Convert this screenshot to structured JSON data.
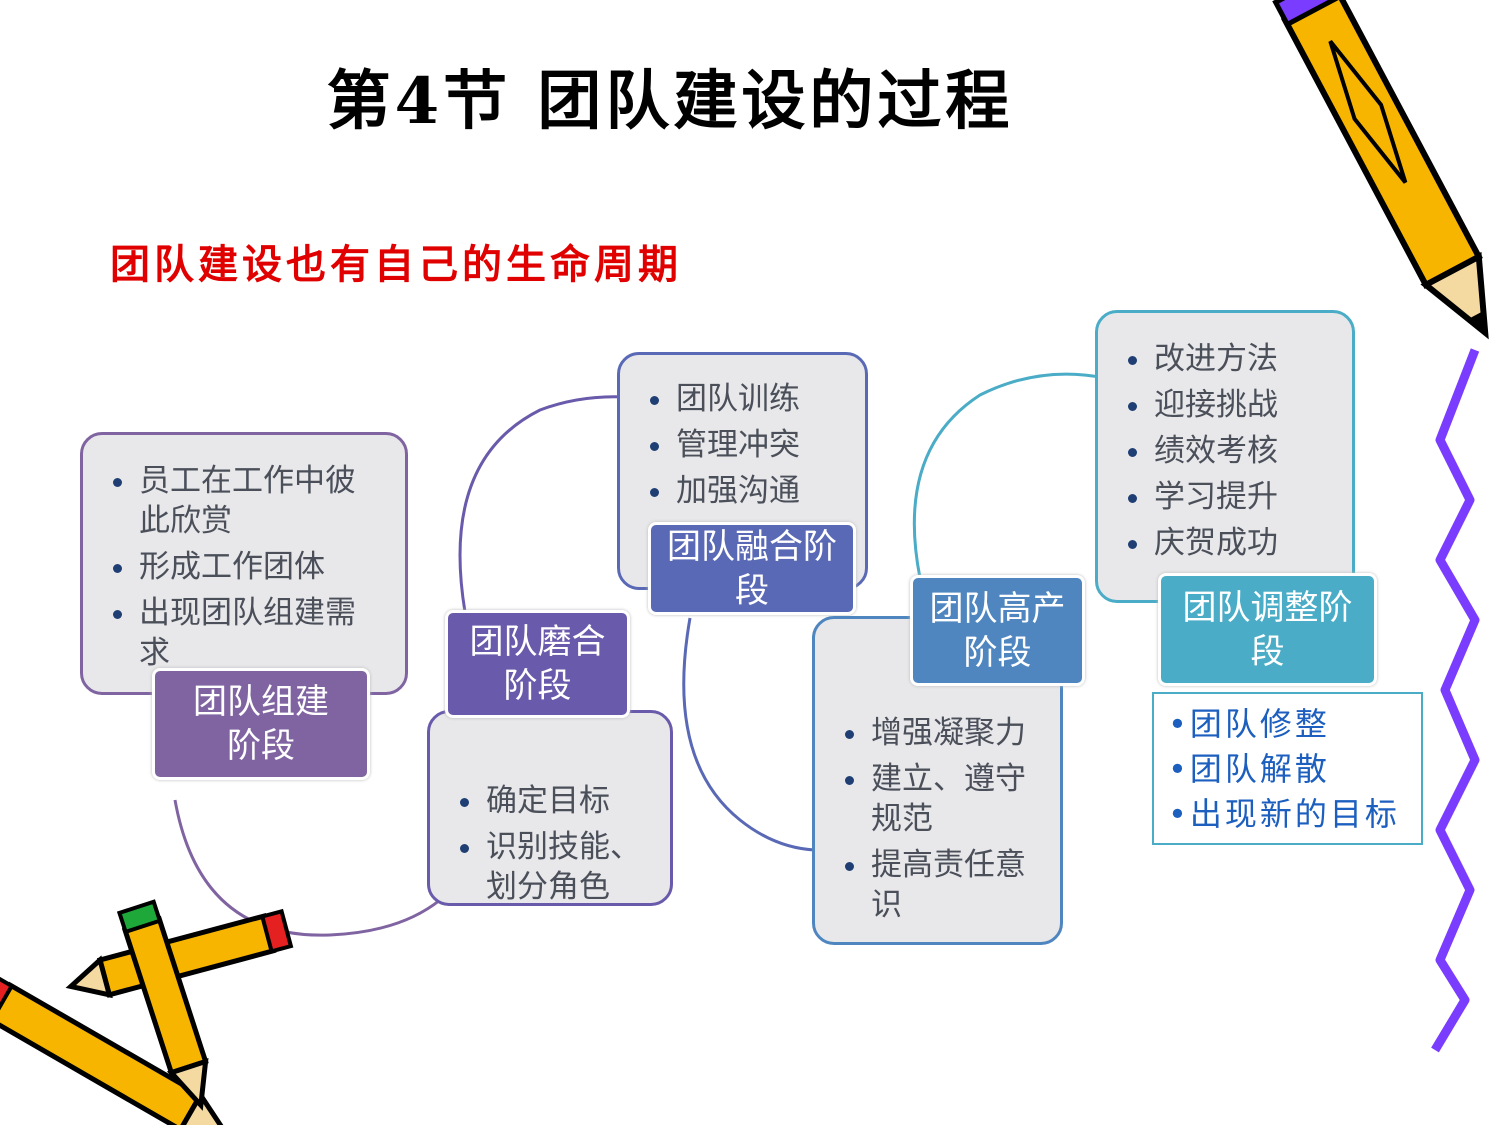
{
  "title": "第4节 团队建设的过程",
  "subtitle": "团队建设也有自己的生命周期",
  "stages": [
    {
      "label": "团队组建阶段",
      "items": [
        "员工在工作中彼此欣赏",
        "形成工作团体",
        "出现团队组建需求"
      ],
      "color": "#8064a2"
    },
    {
      "label": "团队磨合阶段",
      "items": [
        "确定目标",
        "识别技能、划分角色"
      ],
      "color": "#6a5aab"
    },
    {
      "label": "团队融合阶段",
      "items": [
        "团队训练",
        "管理冲突",
        "加强沟通"
      ],
      "color": "#5a69b5"
    },
    {
      "label": "团队高产阶段",
      "items": [
        "增强凝聚力",
        "建立、遵守规范",
        "提高责任意识"
      ],
      "color": "#4f86c0"
    },
    {
      "label": "团队调整阶段",
      "items": [
        "改进方法",
        "迎接挑战",
        "绩效考核",
        "学习提升",
        "庆贺成功"
      ],
      "color": "#4aacc6"
    }
  ],
  "outcomes": [
    "•团队修整",
    "•团队解散",
    "•出现新的目标"
  ]
}
